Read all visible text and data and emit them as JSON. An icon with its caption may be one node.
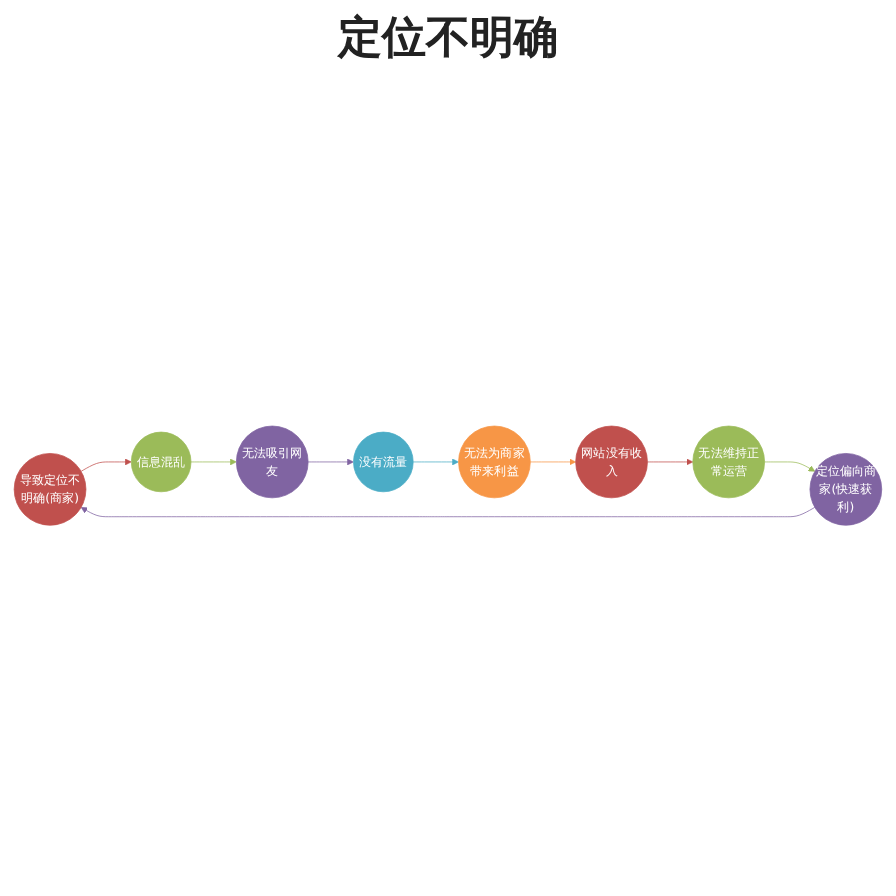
{
  "diagram": {
    "title": "定位不明确",
    "nodes": [
      {
        "text": [
          "导致定位不明确(商家)"
        ]
      },
      {
        "text": [
          "信息混乱"
        ]
      },
      {
        "text": [
          "无法吸引网友"
        ]
      },
      {
        "text": [
          "没有流量"
        ]
      },
      {
        "text": [
          "无法为商家带来利益"
        ]
      },
      {
        "text": [
          "网站没有收入"
        ]
      },
      {
        "text": [
          "无法维持正常运营"
        ]
      },
      {
        "text": [
          "定位偏向商家(快速获利)"
        ]
      }
    ],
    "edges": [
      {
        "from": 0,
        "to": 1,
        "arrow": "to",
        "color": "#c0504d"
      },
      {
        "from": 1,
        "to": 2,
        "arrow": "to",
        "color": "#9bbb59"
      },
      {
        "from": 2,
        "to": 3,
        "arrow": "to",
        "color": "#8064a2"
      },
      {
        "from": 3,
        "to": 4,
        "arrow": "to",
        "color": "#4bacc6"
      },
      {
        "from": 4,
        "to": 5,
        "arrow": "to",
        "color": "#f79646"
      },
      {
        "from": 5,
        "to": 6,
        "arrow": "to",
        "color": "#c0504d"
      },
      {
        "from": 6,
        "to": 7,
        "arrow": "to",
        "color": "#9bbb59"
      },
      {
        "from": 7,
        "to": 0,
        "arrow": "to",
        "color": "#8064a2"
      }
    ]
  }
}
